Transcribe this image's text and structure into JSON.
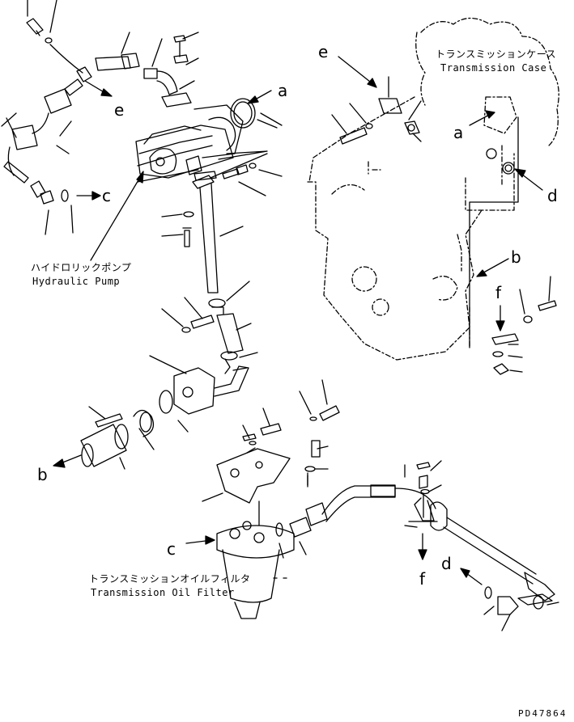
{
  "callouts": {
    "a_top": "a",
    "a_case": "a",
    "b_right": "b",
    "b_left": "b",
    "c_top": "c",
    "c_filter": "c",
    "d_case": "d",
    "d_hose": "d",
    "e_top": "e",
    "e_case": "e",
    "f_case": "f",
    "f_filter": "f"
  },
  "labels": {
    "case_jp": "トランスミッションケース",
    "case_en": "Transmission Case",
    "pump_jp": "ハイドロリックポンプ",
    "pump_en": "Hydraulic Pump",
    "filter_jp": "トランスミッションオイルフィルタ",
    "filter_en": "Transmission Oil Filter"
  },
  "drawing_code": "PD47864"
}
